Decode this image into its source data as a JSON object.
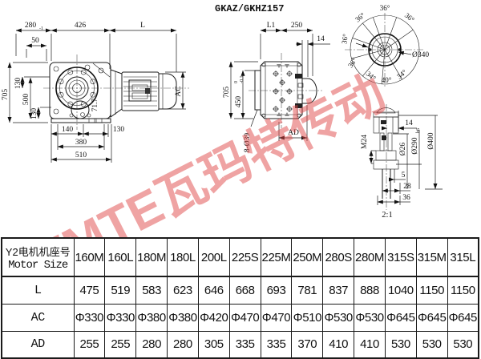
{
  "title": "GKAZ/GKHZ157",
  "watermark": "WMTE瓦玛特传动",
  "front": {
    "d280": "280",
    "d280t": "-1",
    "d50": "50",
    "d426": "426",
    "dL": "L",
    "d705": "705",
    "d130a": "130",
    "d500": "500",
    "d130b": "130",
    "d140": "140",
    "d130c": "130",
    "d380": "380",
    "d510": "510",
    "d717": "71.7",
    "dAC": "AC"
  },
  "side": {
    "dL1": "L1",
    "d250": "250",
    "d14": "14",
    "d705": "705",
    "d450": "450",
    "d450t0": "0",
    "d450t1": "-0.1",
    "dholes": "8-Ø39",
    "dAD": "AD"
  },
  "flange": {
    "top": "36°",
    "ne": "36°",
    "nw": "36°",
    "wu": "36°",
    "wl": "36°",
    "ssw": "34°",
    "s": "40°",
    "sse": "34°",
    "d340": "Ø340"
  },
  "shaft": {
    "d14": "14",
    "dM24": "M24",
    "d26": "Ø26",
    "d290": "Ø290",
    "d290t": "h6",
    "d400": "Ø400",
    "d5": "5",
    "d28": "28",
    "d36": "36",
    "scale": "2:1"
  },
  "table": {
    "header_cn": "Y2电机机座号",
    "header_en": "Motor Size",
    "columns": [
      "160M",
      "160L",
      "180M",
      "180L",
      "200L",
      "225S",
      "225M",
      "250M",
      "280S",
      "280M",
      "315S",
      "315M",
      "315L"
    ],
    "rows": [
      {
        "label": "L",
        "values": [
          "475",
          "519",
          "583",
          "623",
          "646",
          "668",
          "693",
          "781",
          "837",
          "888",
          "1040",
          "1150",
          "1150"
        ]
      },
      {
        "label": "AC",
        "values": [
          "Φ330",
          "Φ330",
          "Φ380",
          "Φ380",
          "Φ420",
          "Φ470",
          "Φ470",
          "Φ510",
          "Φ530",
          "Φ530",
          "Φ645",
          "Φ645",
          "Φ645"
        ]
      },
      {
        "label": "AD",
        "values": [
          "255",
          "255",
          "280",
          "280",
          "305",
          "335",
          "335",
          "370",
          "410",
          "410",
          "530",
          "530",
          "530"
        ]
      }
    ]
  }
}
